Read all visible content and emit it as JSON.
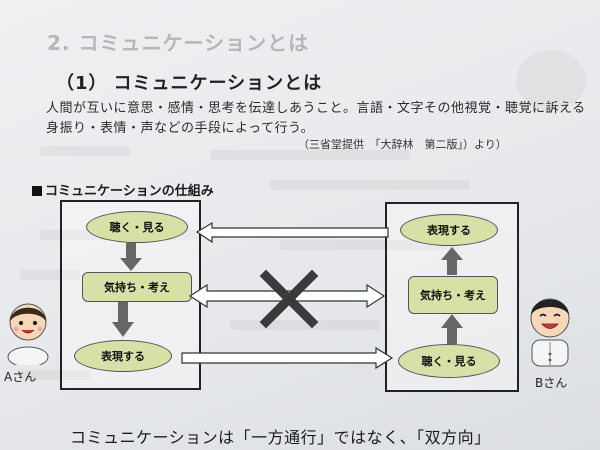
{
  "heading": {
    "main": "2. コミュニケーションとは",
    "sub_number": "（1）",
    "sub_title": "コミュニケーションとは"
  },
  "definition": {
    "line1": "人間が互いに意思・感情・思考を伝達しあうこと。言語・文字その他視覚・聴覚に訴える",
    "line2": "身振り・表情・声などの手段によって行う。",
    "source": "（三省堂提供　「大辞林　第二版」）より）"
  },
  "diagram": {
    "title": "コミュニケーションの仕組み",
    "person_a": {
      "label": "Aさん",
      "steps": [
        "聴く・見る",
        "気持ち・考え",
        "表現する"
      ]
    },
    "person_b": {
      "label": "Bさん",
      "steps": [
        "表現する",
        "気持ち・考え",
        "聴く・見る"
      ]
    },
    "colors": {
      "node_fill": "#d7e0a6",
      "cross": "#3a3a3a"
    }
  },
  "caption": "コミュニケーションは「一方通行」ではなく、「双方向」"
}
